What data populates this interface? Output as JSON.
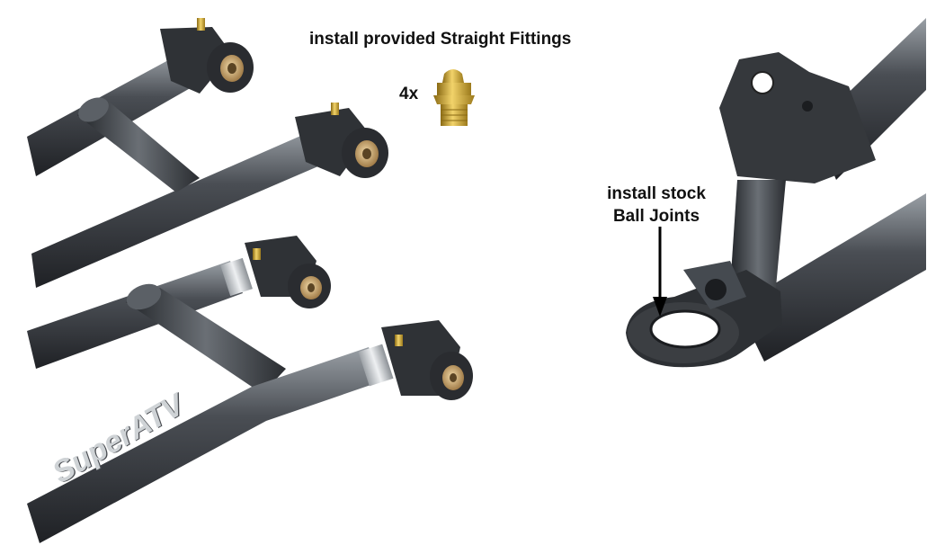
{
  "annotations": {
    "fittings_label": "install provided Straight Fittings",
    "quantity_label": "4x",
    "stock_label_line1": "install stock",
    "stock_label_line2": "Ball Joints"
  },
  "branding": {
    "logo_text": "SuperATV"
  },
  "colors": {
    "tube": "#3c3f44",
    "tube_highlight": "#8b9096",
    "tube_dark": "#1e2024",
    "bushing": "#c9a46a",
    "fitting": "#d4a72c",
    "arrow": "#000000"
  },
  "icons": {
    "fitting": "grease-fitting-icon",
    "arrow": "down-arrow-icon"
  }
}
